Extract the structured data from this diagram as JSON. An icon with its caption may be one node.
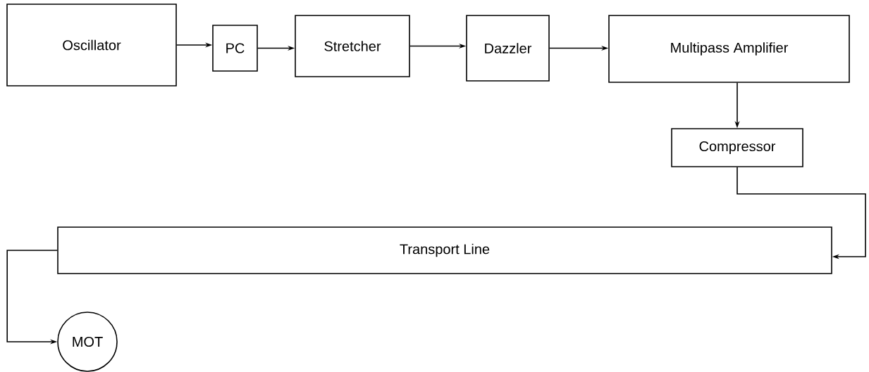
{
  "diagram": {
    "nodes": [
      {
        "text": [
          "Oscillator"
        ]
      },
      {
        "text": [
          "PC"
        ]
      },
      {
        "text": [
          "Stretcher"
        ]
      },
      {
        "text": [
          "Dazzler"
        ]
      },
      {
        "text": [
          "Multipass Amplifier"
        ]
      },
      {
        "text": [
          "Compressor"
        ]
      },
      {
        "text": [
          "Transport Line"
        ]
      },
      {
        "text": [
          "MOT"
        ]
      }
    ],
    "edges": [
      {
        "from": 0,
        "to": 1,
        "arrow": "to"
      },
      {
        "from": 1,
        "to": 2,
        "arrow": "to"
      },
      {
        "from": 2,
        "to": 3,
        "arrow": "to"
      },
      {
        "from": 3,
        "to": 4,
        "arrow": "to"
      },
      {
        "from": 4,
        "to": 5,
        "arrow": "to"
      },
      {
        "from": 5,
        "to": 6,
        "arrow": "to"
      },
      {
        "from": 6,
        "to": 7,
        "arrow": "to"
      }
    ]
  }
}
